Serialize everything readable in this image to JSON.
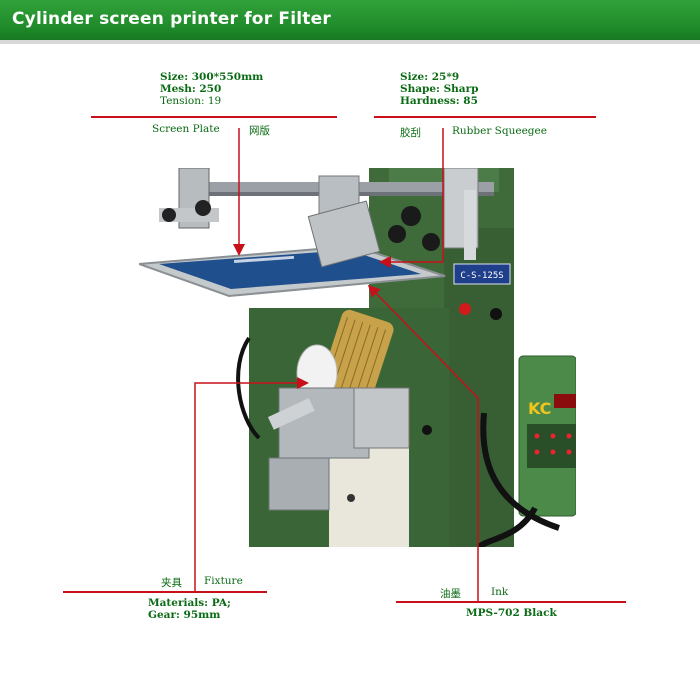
{
  "header": {
    "title": "Cylinder screen printer for Filter"
  },
  "callouts": {
    "screen_plate": {
      "spec_size": "Size: 300*550mm",
      "spec_mesh": "Mesh: 250",
      "spec_tension": "Tension: 19",
      "label_en": "Screen Plate",
      "label_cn": "网版"
    },
    "rubber_squeegee": {
      "spec_size": "Size:  25*9",
      "spec_shape": "Shape:  Sharp",
      "spec_hardness": "Hardness: 85",
      "label_cn": "胶刮",
      "label_en": "Rubber Squeegee"
    },
    "fixture": {
      "label_cn": "夹具",
      "label_en": "Fixture",
      "spec_materials": "Materials: PA;",
      "spec_gear": "Gear: 95mm"
    },
    "ink": {
      "label_cn": "油墨",
      "label_en": "Ink",
      "spec_type": "MPS-702 Black"
    }
  },
  "machine": {
    "model_plate": "C-S-125S",
    "controller_brand": "KC"
  },
  "colors": {
    "header_green": "#1f8a2a",
    "label_green": "#0b6b14",
    "callout_red": "#c8101a",
    "machine_green": "#3d6b3a"
  }
}
